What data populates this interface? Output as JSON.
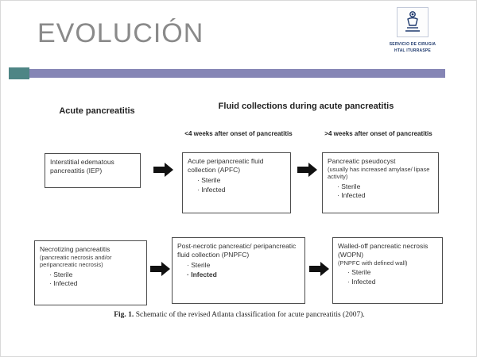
{
  "slide": {
    "title": "EVOLUCIÓN",
    "logo": {
      "line1": "SERVICIO DE CIRUGIA",
      "line2": "HTAL ITURRASPE"
    },
    "accent": {
      "teal": "#4e8585",
      "purple": "#8585b5",
      "logo_navy": "#1f3a6e"
    }
  },
  "figure": {
    "col1_header": "Acute pancreatitis",
    "col2_header": "Fluid collections during acute pancreatitis",
    "sub_left": "<4 weeks after onset of pancreatitis",
    "sub_right": ">4 weeks after onset of pancreatitis",
    "rows": [
      {
        "boxes": [
          {
            "title": "Interstitial edematous pancreatitis (IEP)",
            "subtitle": "",
            "bullets": []
          },
          {
            "title": "Acute peripancreatic fluid collection (APFC)",
            "subtitle": "",
            "bullets": [
              "Sterile",
              "Infected"
            ]
          },
          {
            "title": "Pancreatic pseudocyst",
            "subtitle": "(usually has increased amylase/ lipase activity)",
            "bullets": [
              "Sterile",
              "Infected"
            ]
          }
        ]
      },
      {
        "boxes": [
          {
            "title": "Necrotizing pancreatitis",
            "subtitle": "(pancreatic necrosis and/or peripancreatic necrosis)",
            "bullets": [
              "Sterile",
              "Infected"
            ]
          },
          {
            "title": "Post-necrotic pancreatic/ peripancreatic fluid collection (PNPFC)",
            "subtitle": "",
            "bullets": [
              "Sterile",
              "Infected"
            ]
          },
          {
            "title": "Walled-off pancreatic necrosis (WOPN)",
            "subtitle": "(PNPFC with defined wall)",
            "bullets": [
              "Sterile",
              "Infected"
            ]
          }
        ]
      }
    ],
    "caption_label": "Fig. 1.",
    "caption_text": " Schematic of the revised Atlanta classification for acute pancreatitis (2007)."
  }
}
